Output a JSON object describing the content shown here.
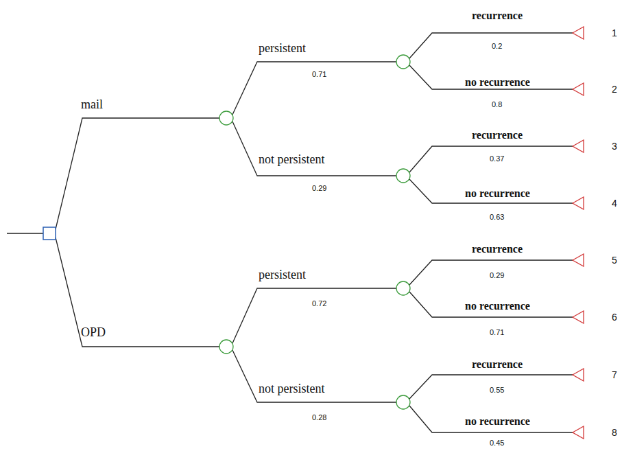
{
  "diagram": {
    "nodes": [
      {
        "text": [
          "1"
        ]
      },
      {
        "text": [
          "2"
        ]
      },
      {
        "text": [
          "3"
        ]
      },
      {
        "text": [
          "4"
        ]
      },
      {
        "text": [
          "5"
        ]
      },
      {
        "text": [
          "6"
        ]
      },
      {
        "text": [
          "7"
        ]
      },
      {
        "text": [
          "8"
        ]
      }
    ],
    "labels": [
      "mail",
      "persistent",
      "0.71",
      "recurrence",
      "0.2",
      "no recurrence",
      "0.8",
      "not persistent",
      "0.29",
      "recurrence",
      "0.37",
      "no recurrence",
      "0.63",
      "OPD",
      "persistent",
      "0.72",
      "recurrence",
      "0.29",
      "no recurrence",
      "0.71",
      "not persistent",
      "0.28",
      "recurrence",
      "0.55",
      "no recurrence",
      "0.45"
    ]
  }
}
